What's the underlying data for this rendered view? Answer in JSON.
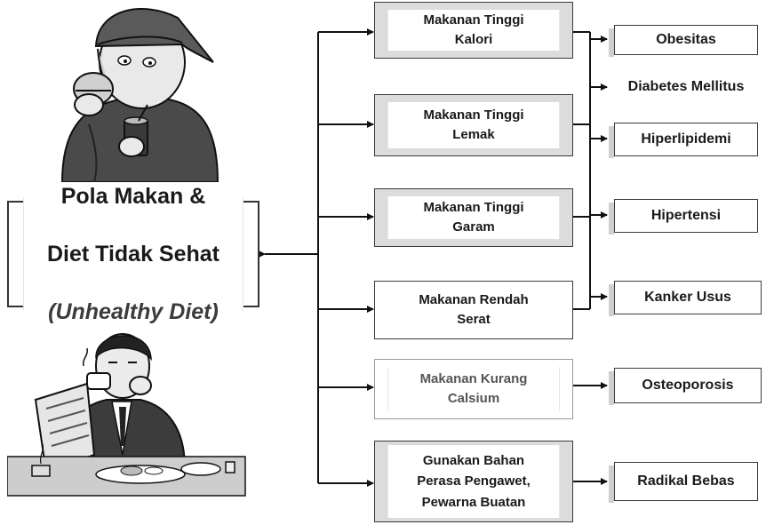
{
  "central": {
    "line1": "Pola Makan &",
    "line2": "Diet Tidak Sehat",
    "line3": "(Unhealthy Diet)"
  },
  "food_causes": [
    {
      "label": "Makanan Tinggi\nKalori"
    },
    {
      "label": "Makanan Tinggi\nLemak"
    },
    {
      "label": "Makanan Tinggi\nGaram"
    },
    {
      "label": "Makanan Rendah\nSerat"
    },
    {
      "label": "Makanan Kurang\nCalsium"
    },
    {
      "label": "Gunakan Bahan\nPerasa Pengawet,\nPewarna Buatan"
    }
  ],
  "diseases": [
    {
      "label": "Obesitas"
    },
    {
      "label": "Diabetes Mellitus"
    },
    {
      "label": "Hiperlipidemi"
    },
    {
      "label": "Hipertensi"
    },
    {
      "label": "Kanker Usus"
    },
    {
      "label": "Osteoporosis"
    },
    {
      "label": "Radikal Bebas"
    }
  ],
  "illustrations": {
    "top": "boy-eating-burger-illustration",
    "bottom": "man-drinking-coffee-illustration"
  }
}
